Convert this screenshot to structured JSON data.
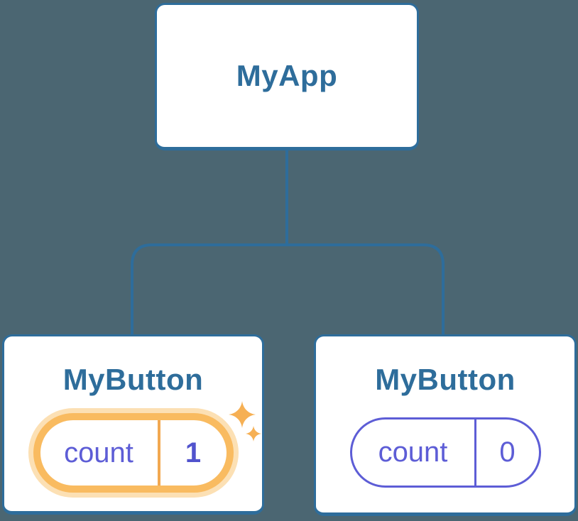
{
  "diagram_title": "React component tree with state",
  "colors": {
    "background": "#4b6672",
    "node_border_blue": "#2e6d9b",
    "node_label_blue": "#2e6d9b",
    "card_background": "#ffffff",
    "state_indigo": "#5d5dd6",
    "highlighted_value_indigo": "#5153cd",
    "highlight_ring_orange": "#f9bb60",
    "highlight_halo_orange": "#fce0b4",
    "highlight_divider_orange": "#f2a851",
    "sparkle_orange": "#f6b054"
  },
  "icons": {
    "sparkle": "sparkle-icon (four-pointed star burst)"
  },
  "tree": {
    "root": {
      "label": "MyApp"
    },
    "children": [
      {
        "label": "MyButton",
        "state": {
          "key": "count",
          "value": "1"
        },
        "highlighted": true
      },
      {
        "label": "MyButton",
        "state": {
          "key": "count",
          "value": "0"
        },
        "highlighted": false
      }
    ]
  }
}
